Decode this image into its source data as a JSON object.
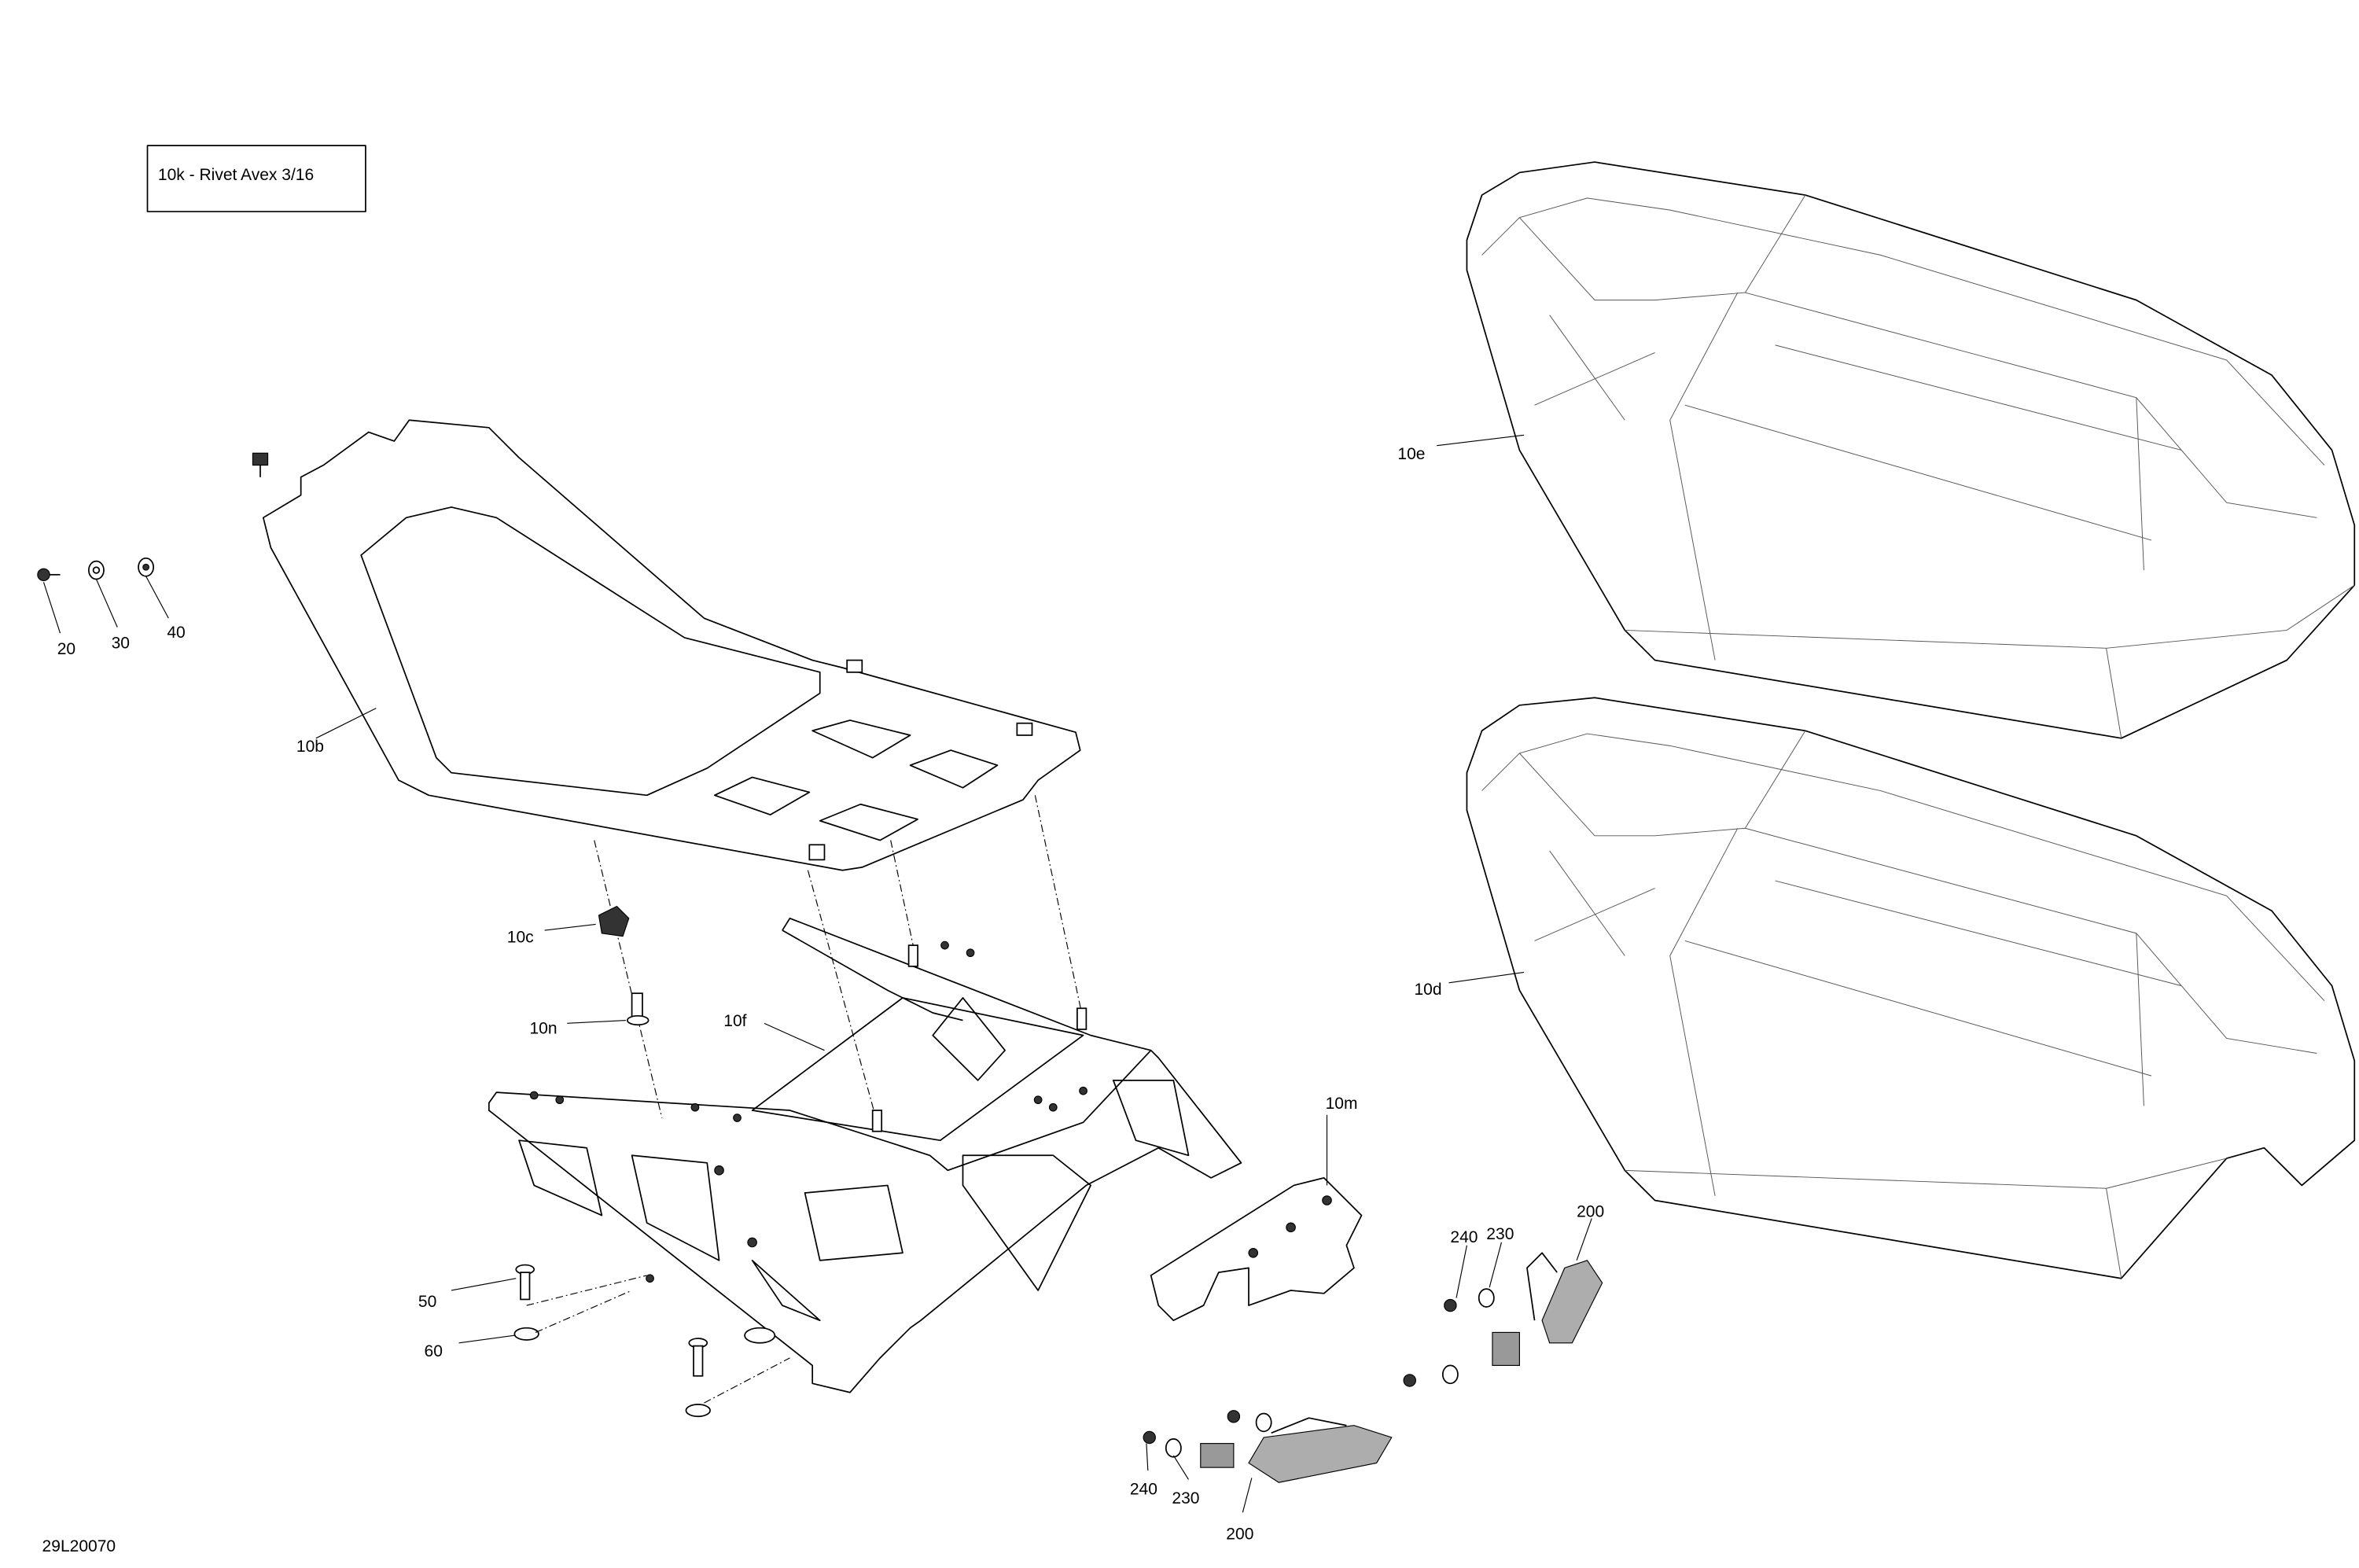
{
  "note_box": {
    "text": "10k  -  Rivet Avex  3/16"
  },
  "drawing_number": "29L20070",
  "callouts": {
    "c20": "20",
    "c30": "30",
    "c40": "40",
    "c10b": "10b",
    "c10c": "10c",
    "c10n": "10n",
    "c10f": "10f",
    "c10m": "10m",
    "c50": "50",
    "c60": "60",
    "c10e": "10e",
    "c10d": "10d",
    "c240a": "240",
    "c230a": "230",
    "c200a": "200",
    "c240b": "240",
    "c230b": "230",
    "c200b": "200"
  }
}
